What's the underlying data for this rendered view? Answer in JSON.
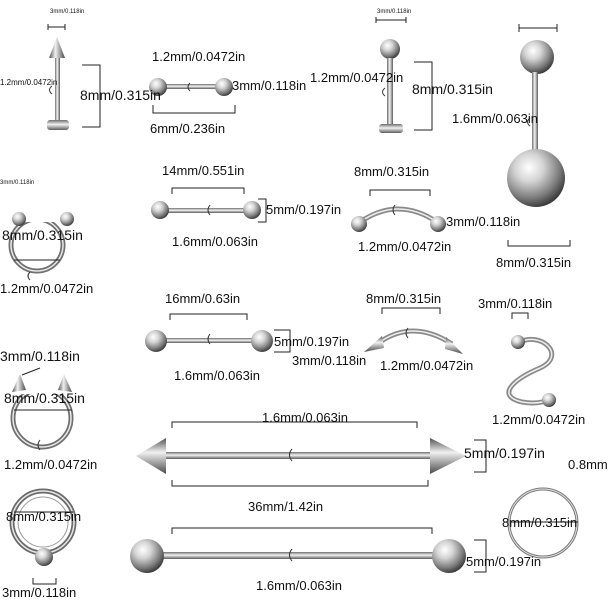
{
  "pieces": {
    "labret_spike": {
      "top": "3mm/0.118in",
      "gauge": "1.2mm/0.0472in",
      "length": "8mm/0.315in"
    },
    "short_barbell": {
      "gauge": "1.2mm/0.0472in",
      "ball": "3mm/0.118in",
      "length": "6mm/0.236in"
    },
    "labret_ball": {
      "top": "3mm/0.118in",
      "gauge": "1.2mm/0.0472in",
      "length": "8mm/0.315in"
    },
    "belly_ring": {
      "gauge": "1.6mm/0.063in",
      "ball": "8mm/0.315in"
    },
    "horseshoe_ball": {
      "ball": "3mm/0.118in",
      "diameter": "8mm/0.315in",
      "gauge": "1.2mm/0.0472in"
    },
    "barbell_14": {
      "length": "14mm/0.551in",
      "ball": "5mm/0.197in",
      "gauge": "1.6mm/0.063in"
    },
    "curved_ball": {
      "length": "8mm/0.315in",
      "ball": "3mm/0.118in",
      "gauge": "1.2mm/0.0472in"
    },
    "barbell_16": {
      "length": "16mm/0.63in",
      "ball": "5mm/0.197in",
      "gauge": "1.6mm/0.063in"
    },
    "curved_spike": {
      "length": "8mm/0.315in",
      "spike": "3mm/0.118in",
      "gauge": "1.2mm/0.0472in"
    },
    "spiral": {
      "ball": "3mm/0.118in",
      "gauge": "1.2mm/0.0472in"
    },
    "horseshoe_spike": {
      "spike": "3mm/0.118in",
      "diameter": "8mm/0.315in",
      "gauge": "1.2mm/0.0472in"
    },
    "industrial_spike": {
      "gauge": "1.6mm/0.063in",
      "spike": "5mm/0.197in",
      "length": "36mm/1.42in"
    },
    "seamless_ring": {
      "gauge": "0.8mm",
      "diameter": "8mm/0.315in"
    },
    "captive_ring": {
      "diameter": "8mm/0.315in",
      "bead": "3mm/0.118in"
    },
    "industrial_ball": {
      "ball": "5mm/0.197in",
      "gauge": "1.6mm/0.063in"
    }
  }
}
